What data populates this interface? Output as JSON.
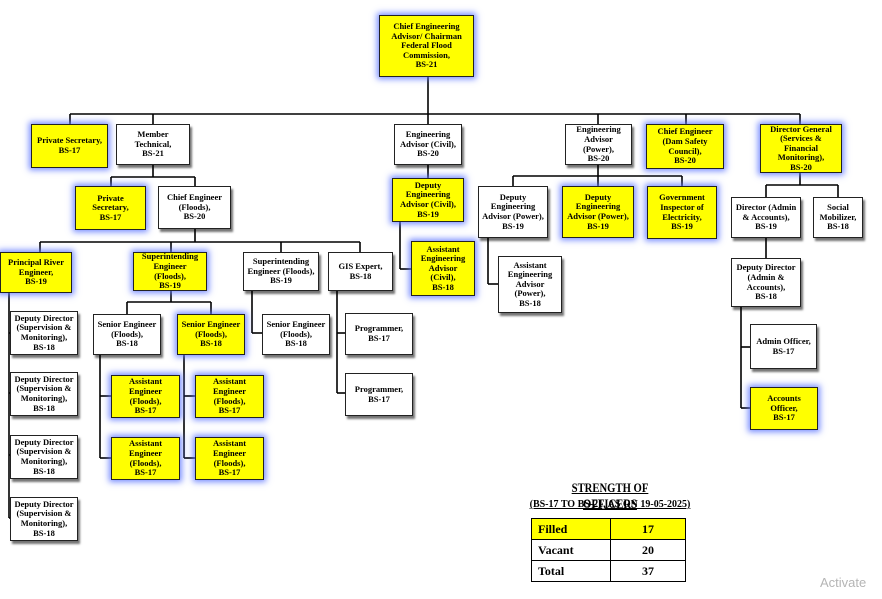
{
  "org_chart": {
    "nodes": {
      "chief_engineering_advisor": "Chief Engineering Advisor/ Chairman Federal Flood Commission,\nBS-21",
      "private_secretary_top": "Private Secretary,\nBS-17",
      "member_technical": "Member Technical,\nBS-21",
      "engineering_advisor_civil": "Engineering Advisor (Civil),\nBS-20",
      "engineering_advisor_power": "Engineering Advisor (Power),\nBS-20",
      "chief_engineer_dam_safety": "Chief Engineer (Dam Safety Council),\nBS-20",
      "director_general": "Director General (Services & Financial Monitoring),\nBS-20",
      "private_secretary_member": "Private Secretary,\nBS-17",
      "chief_engineer_floods": "Chief Engineer (Floods),\nBS-20",
      "deputy_engineering_advisor_civil": "Deputy Engineering Advisor (Civil),\nBS-19",
      "assistant_engineering_advisor_civil": "Assistant Engineering Advisor (Civil),\nBS-18",
      "deputy_engineering_advisor_power_1": "Deputy Engineering Advisor (Power),\nBS-19",
      "assistant_engineering_advisor_power": "Assistant Engineering Advisor (Power),\nBS-18",
      "deputy_engineering_advisor_power_2": "Deputy Engineering Advisor (Power),\nBS-19",
      "government_inspector": "Government Inspector of Electricity,\nBS-19",
      "director_admin_accounts": "Director (Admin & Accounts),\nBS-19",
      "social_mobilizer": "Social Mobilizer,\nBS-18",
      "deputy_director_admin": "Deputy Director (Admin & Accounts),\nBS-18",
      "admin_officer": "Admin Officer,\nBS-17",
      "accounts_officer": "Accounts Officer,\nBS-17",
      "principal_river_engineer": "Principal River Engineer,\nBS-19",
      "superintending_engineer_1": "Superintending Engineer (Floods),\nBS-19",
      "superintending_engineer_2": "Superintending Engineer (Floods),\nBS-19",
      "gis_expert": "GIS Expert,\nBS-18",
      "deputy_director_sm_1": "Deputy Director (Supervision & Monitoring),\nBS-18",
      "deputy_director_sm_2": "Deputy Director (Supervision & Monitoring),\nBS-18",
      "deputy_director_sm_3": "Deputy Director (Supervision & Monitoring),\nBS-18",
      "deputy_director_sm_4": "Deputy Director (Supervision & Monitoring),\nBS-18",
      "senior_engineer_1": "Senior Engineer (Floods),\nBS-18",
      "senior_engineer_2": "Senior Engineer (Floods),\nBS-18",
      "senior_engineer_3": "Senior Engineer (Floods),\nBS-18",
      "assistant_engineer_1": "Assistant Engineer (Floods),\nBS-17",
      "assistant_engineer_2": "Assistant Engineer (Floods),\nBS-17",
      "assistant_engineer_3": "Assistant Engineer (Floods),\nBS-17",
      "assistant_engineer_4": "Assistant Engineer (Floods),\nBS-17",
      "programmer_1": "Programmer,\nBS-17",
      "programmer_2": "Programmer,\nBS-17"
    }
  },
  "strength": {
    "title": "STRENGTH OF OFFICERS",
    "subtitle": "(BS-17 TO BS-21, AS ON 19-05-2025)",
    "rows": [
      {
        "label": "Filled",
        "value": "17"
      },
      {
        "label": "Vacant",
        "value": "20"
      },
      {
        "label": "Total",
        "value": "37"
      }
    ]
  },
  "colors": {
    "filled_fill": "#ffff00",
    "filled_glow": "#5f78ff",
    "vacant_fill": "#ffffff",
    "line": "#000000"
  },
  "watermark": "Activate"
}
